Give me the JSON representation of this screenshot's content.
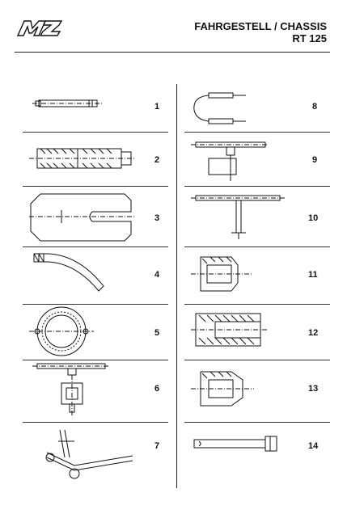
{
  "header": {
    "title_line1": "FAHRGESTELL / CHASSIS",
    "title_line2": "RT 125",
    "logo_text": "MZ"
  },
  "items_left": [
    "1",
    "2",
    "3",
    "4",
    "5",
    "6",
    "7"
  ],
  "items_right": [
    "8",
    "9",
    "10",
    "11",
    "12",
    "13",
    "14"
  ]
}
